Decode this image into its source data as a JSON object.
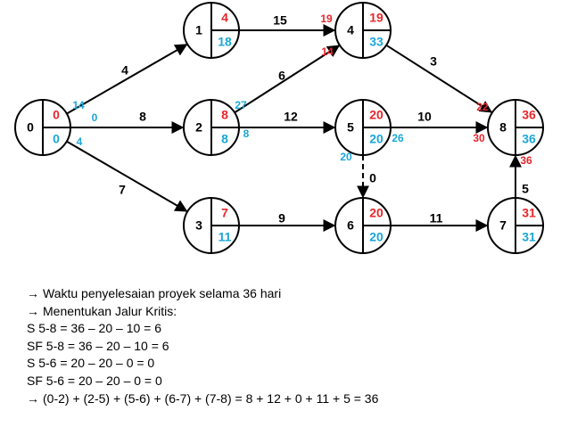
{
  "colors": {
    "early": "#e8262b",
    "late": "#1aa7d6",
    "line": "#000000"
  },
  "nodes": [
    {
      "id": "0",
      "es": "0",
      "lf": "0"
    },
    {
      "id": "1",
      "es": "4",
      "lf": "18"
    },
    {
      "id": "2",
      "es": "8",
      "lf": "8"
    },
    {
      "id": "3",
      "es": "7",
      "lf": "11"
    },
    {
      "id": "4",
      "es": "19",
      "lf": "33"
    },
    {
      "id": "5",
      "es": "20",
      "lf": "20"
    },
    {
      "id": "6",
      "es": "20",
      "lf": "20"
    },
    {
      "id": "7",
      "es": "31",
      "lf": "31"
    },
    {
      "id": "8",
      "es": "36",
      "lf": "36"
    }
  ],
  "activities": [
    {
      "from": "0",
      "to": "1",
      "duration": "4"
    },
    {
      "from": "0",
      "to": "2",
      "duration": "8"
    },
    {
      "from": "0",
      "to": "3",
      "duration": "7"
    },
    {
      "from": "1",
      "to": "4",
      "duration": "15"
    },
    {
      "from": "2",
      "to": "4",
      "duration": "6"
    },
    {
      "from": "2",
      "to": "5",
      "duration": "12"
    },
    {
      "from": "3",
      "to": "6",
      "duration": "9"
    },
    {
      "from": "4",
      "to": "8",
      "duration": "3"
    },
    {
      "from": "5",
      "to": "8",
      "duration": "10"
    },
    {
      "from": "5",
      "to": "6",
      "duration": "0",
      "dummy": true
    },
    {
      "from": "6",
      "to": "7",
      "duration": "11"
    },
    {
      "from": "7",
      "to": "8",
      "duration": "5"
    }
  ],
  "extra_labels": {
    "l14_blue": "14",
    "l0_blue": "0",
    "l4_blue": "4",
    "l27_blue": "27",
    "l8_blue": "8",
    "l19_red": "19",
    "l14_red": "14",
    "l26_blue": "26",
    "l20_blue": "20",
    "l22_red": "22",
    "l30_red": "30",
    "l36_red": "36"
  },
  "notes": {
    "arrow": "→",
    "line1": "Waktu penyelesaian proyek selama 36 hari",
    "line2": "Menentukan Jalur Kritis:",
    "line3": "S   5-8 = 36 – 20 – 10 = 6",
    "line4": "SF 5-8 = 36 – 20 – 10 = 6",
    "line5": "S   5-6 = 20 – 20 – 0 = 0",
    "line6": "SF 5-6 = 20 – 20 – 0 = 0",
    "line7": "(0-2) + (2-5) + (5-6) + (6-7) + (7-8) = 8 + 12 + 0 + 11 + 5 = 36"
  }
}
